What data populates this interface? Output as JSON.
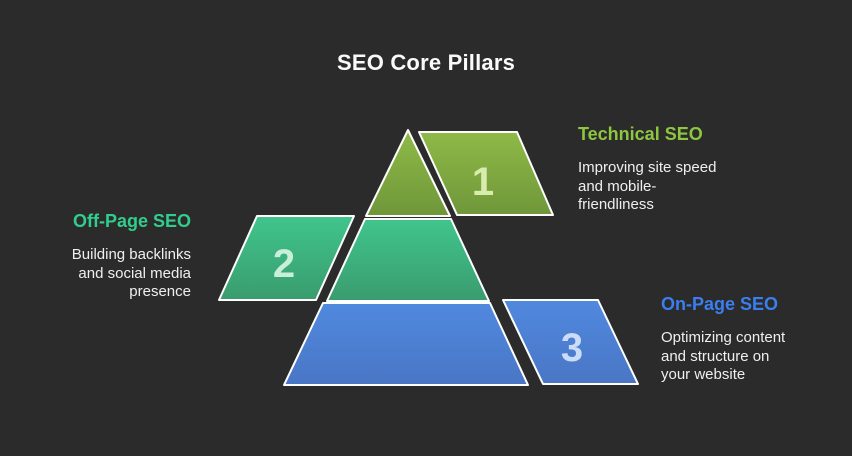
{
  "title": "SEO Core Pillars",
  "background_color": "#2b2b2b",
  "stroke_color": "#ffffff",
  "sections": {
    "technical": {
      "heading": "Technical SEO",
      "description": "Improving site speed\nand mobile-\nfriendliness",
      "badge": "1",
      "accent_color": "#8dc63f",
      "shape_color": "#7fa93e",
      "badge_text_color": "#d9ecae",
      "position": "top"
    },
    "offpage": {
      "heading": "Off-Page SEO",
      "description": "Building backlinks\nand social media\npresence",
      "badge": "2",
      "accent_color": "#30ce8d",
      "shape_color": "#3db381",
      "badge_text_color": "#c7efd9",
      "position": "middle"
    },
    "onpage": {
      "heading": "On-Page SEO",
      "description": "Optimizing content\nand structure on\nyour website",
      "badge": "3",
      "accent_color": "#3b7ef0",
      "shape_color": "#4c80d4",
      "badge_text_color": "#cadcf8",
      "position": "bottom"
    }
  }
}
